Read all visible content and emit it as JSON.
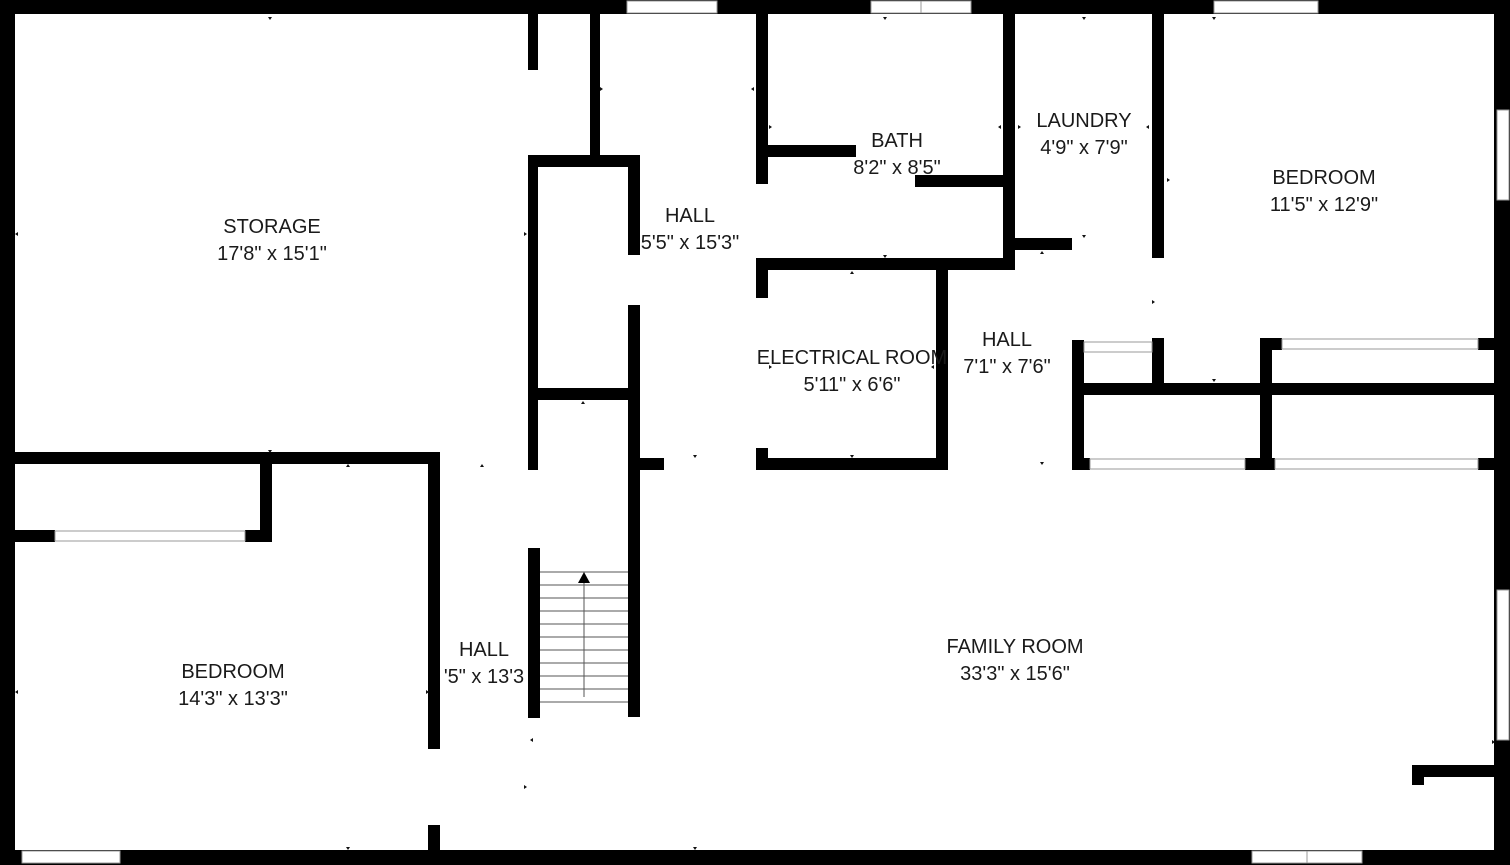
{
  "rooms": {
    "storage": {
      "name": "STORAGE",
      "dims": "17'8\" x 15'1\""
    },
    "hall_top": {
      "name": "HALL",
      "dims": "5'5\" x 15'3\""
    },
    "bath": {
      "name": "BATH",
      "dims": "8'2\" x 8'5\""
    },
    "laundry": {
      "name": "LAUNDRY",
      "dims": "4'9\" x 7'9\""
    },
    "bedroom_right": {
      "name": "BEDROOM",
      "dims": "11'5\" x 12'9\""
    },
    "electrical": {
      "name": "ELECTRICAL ROOM",
      "dims": "5'11\" x 6'6\""
    },
    "hall_mid": {
      "name": "HALL",
      "dims": "7'1\" x 7'6\""
    },
    "bedroom_left": {
      "name": "BEDROOM",
      "dims": "14'3\" x 13'3\""
    },
    "hall_left": {
      "name": "HALL",
      "dims": "'5\" x 13'3"
    },
    "family": {
      "name": "FAMILY ROOM",
      "dims": "33'3\" x 15'6\""
    }
  }
}
